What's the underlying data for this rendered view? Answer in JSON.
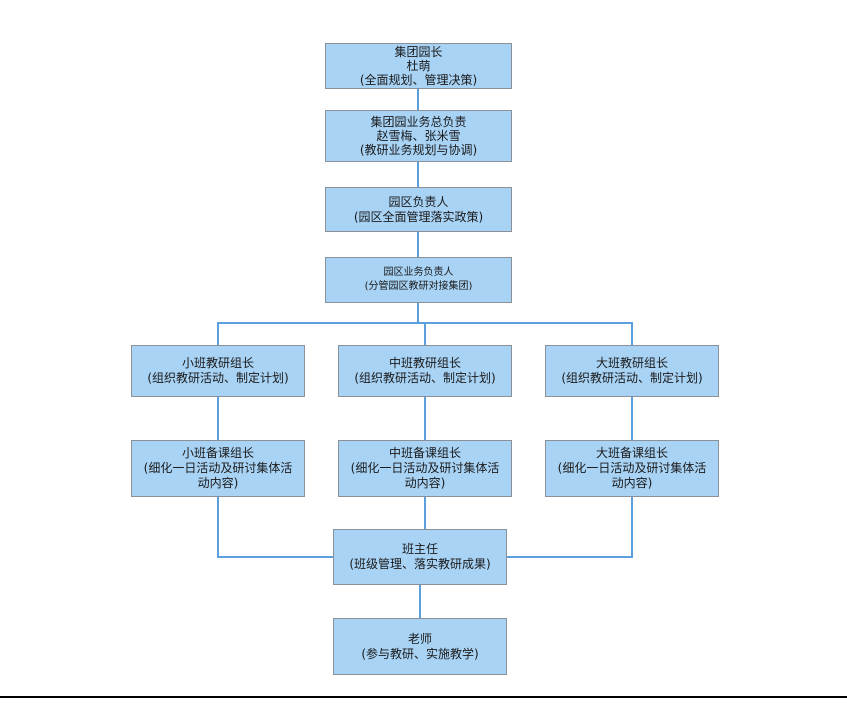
{
  "diagram": {
    "type": "org-chart",
    "nodes": {
      "b1": {
        "text": "集团园长\n杜萌\n(全面规划、管理决策)"
      },
      "b2": {
        "text": "集团园业务总负责\n赵雪梅、张米雪\n(教研业务规划与协调)"
      },
      "b3": {
        "text": "园区负责人\n(园区全面管理落实政策)"
      },
      "b4": {
        "text": "园区业务负责人\n(分管园区教研对接集团)"
      },
      "b5a": {
        "text": "小班教研组长\n(组织教研活动、制定计划)"
      },
      "b5b": {
        "text": "中班教研组长\n(组织教研活动、制定计划)"
      },
      "b5c": {
        "text": "大班教研组长\n(组织教研活动、制定计划)"
      },
      "b6a": {
        "text": "小班备课组长\n(细化一日活动及研讨集体活动内容)"
      },
      "b6b": {
        "text": "中班备课组长\n(细化一日活动及研讨集体活动内容)"
      },
      "b6c": {
        "text": "大班备课组长\n(细化一日活动及研讨集体活动内容)"
      },
      "b7": {
        "text": "班主任\n(班级管理、落实教研成果)"
      },
      "b8": {
        "text": "老师\n(参与教研、实施教学)"
      }
    },
    "edges": [
      [
        "b1",
        "b2"
      ],
      [
        "b2",
        "b3"
      ],
      [
        "b3",
        "b4"
      ],
      [
        "b4",
        "b5a"
      ],
      [
        "b4",
        "b5b"
      ],
      [
        "b4",
        "b5c"
      ],
      [
        "b5a",
        "b6a"
      ],
      [
        "b5b",
        "b6b"
      ],
      [
        "b5c",
        "b6c"
      ],
      [
        "b6a",
        "b7"
      ],
      [
        "b6b",
        "b7"
      ],
      [
        "b6c",
        "b7"
      ],
      [
        "b7",
        "b8"
      ]
    ],
    "colors": {
      "node_fill": "#a8d3f5",
      "node_border": "#8a9199",
      "connector": "#5b9fdd",
      "text": "#1a1a1a",
      "bottom_rule": "#000000"
    }
  }
}
